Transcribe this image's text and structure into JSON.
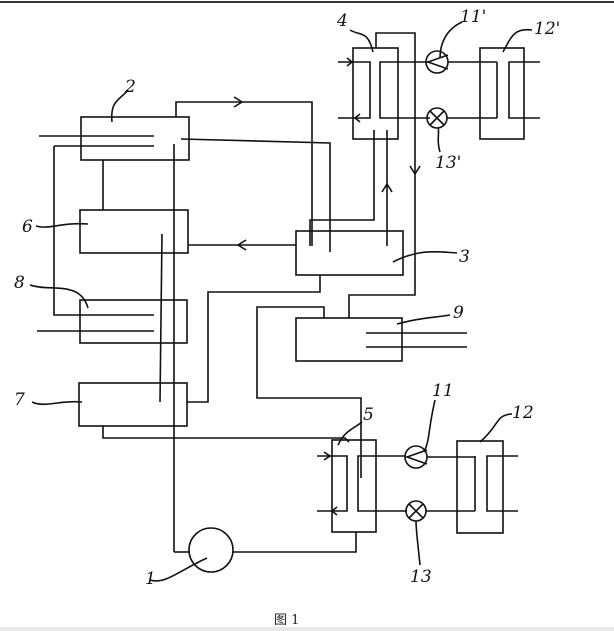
{
  "labels": {
    "n1": "1",
    "n2": "2",
    "n3": "3",
    "n4": "4",
    "n5": "5",
    "n6": "6",
    "n7": "7",
    "n8": "8",
    "n9": "9",
    "n11": "11",
    "n12": "12",
    "n13": "13",
    "n11p": "11'",
    "n12p": "12'",
    "n13p": "13'"
  },
  "caption": "图 1",
  "colors": {
    "line": "#111111",
    "background": "#ffffff"
  }
}
